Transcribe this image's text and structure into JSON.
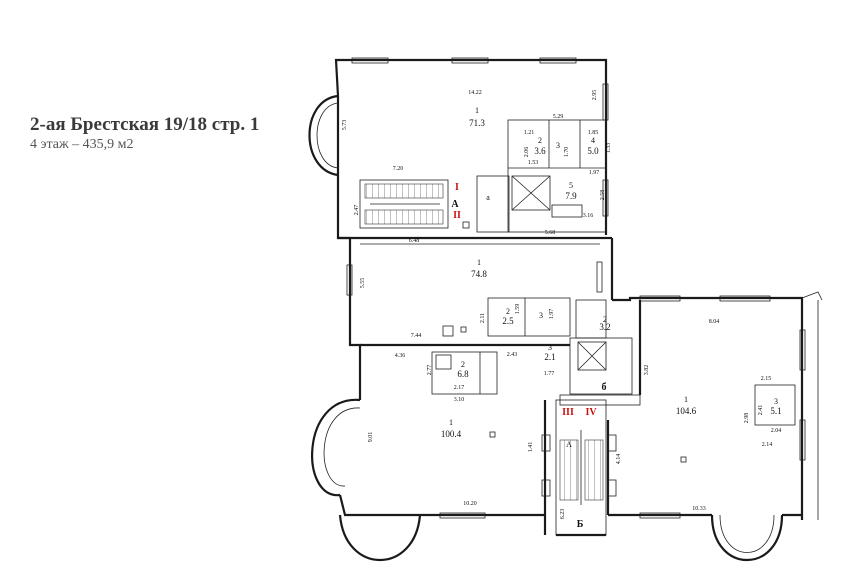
{
  "header": {
    "title": "2-ая Брестская 19/18 стр. 1",
    "subtitle": "4 этаж – 435,9 м2"
  },
  "rooms": {
    "r1_top": {
      "num": "1",
      "area": "71.3"
    },
    "r2_top": {
      "num": "2",
      "area": "3.6"
    },
    "r3_top": {
      "num": "3",
      "area": ""
    },
    "r4_top": {
      "num": "4",
      "area": "5.0"
    },
    "r5_top": {
      "num": "5",
      "area": "7.9"
    },
    "r1_mid": {
      "num": "1",
      "area": "74.8"
    },
    "r2_mid": {
      "num": "2",
      "area": "2.5"
    },
    "r3_mid": {
      "num": "3",
      "area": ""
    },
    "r2_small": {
      "num": "2",
      "area": "3.2"
    },
    "r3_small": {
      "num": "3",
      "area": "2.1"
    },
    "r2_bath": {
      "num": "2",
      "area": "6.8"
    },
    "r1_bl": {
      "num": "1",
      "area": "100.4"
    },
    "r1_br": {
      "num": "1",
      "area": "104.6"
    },
    "r3_right": {
      "num": "3",
      "area": "5.1"
    }
  },
  "markers": {
    "stair_top": "A",
    "elev_top": "a",
    "elev_mid": "б",
    "stair_bottom": "Б",
    "stair_inner": "A",
    "r_I": "I",
    "r_II": "II",
    "r_III": "III",
    "r_IV": "IV"
  },
  "dims": {
    "d1": "14.22",
    "d2": "5.73",
    "d3": "2.95",
    "d4": "5.29",
    "d5": "1.21",
    "d6": "1.85",
    "d7": "2.06",
    "d8": "1.70",
    "d9": "1.33",
    "d10": "1.53",
    "d11": "7.20",
    "d12": "1.97",
    "d13": "2.58",
    "d14": "2.47",
    "d15": "3.16",
    "d16": "6.48",
    "d17": "5.68",
    "d18": "5.55",
    "d19": "2.11",
    "d20": "1.59",
    "d21": "1.97",
    "d22": "7.44",
    "d23": "8.04",
    "d24": "4.36",
    "d25": "2.43",
    "d26": "2.77",
    "d27": "1.77",
    "d28": "3.82",
    "d29": "2.17",
    "d30": "3.10",
    "d31": "2.15",
    "d32": "2.98",
    "d33": "2.41",
    "d34": "2.04",
    "d35": "9.01",
    "d36": "1.41",
    "d37": "4.14",
    "d38": "2.14",
    "d39": "10.20",
    "d40": "10.33",
    "d41": "6.23"
  }
}
